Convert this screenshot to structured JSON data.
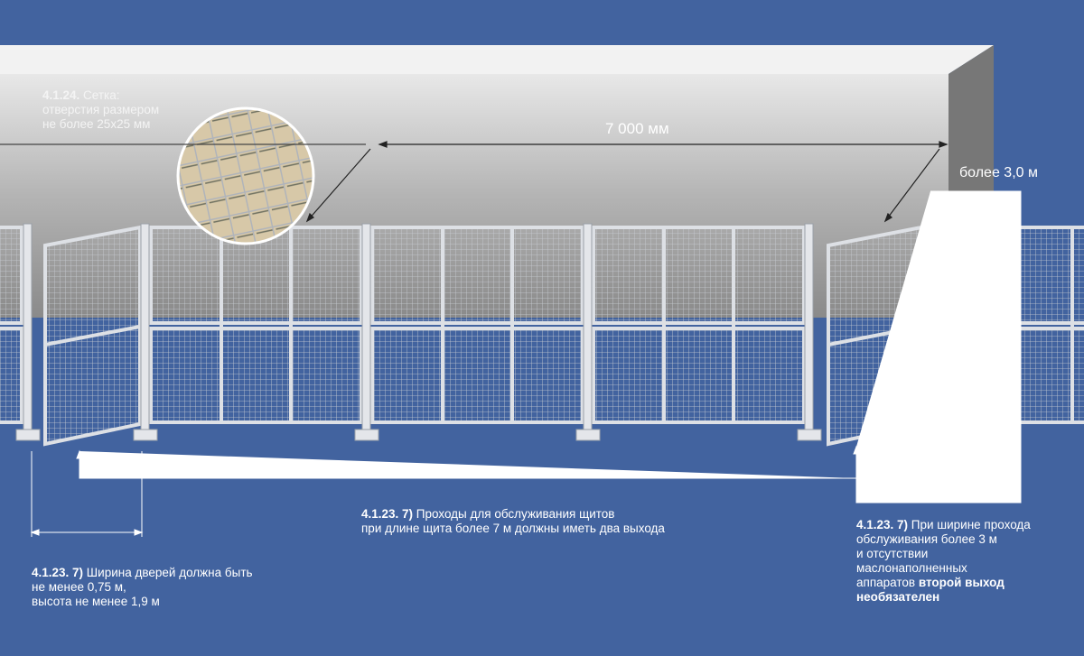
{
  "labels": {
    "mesh": {
      "code": "4.1.24.",
      "text1": " Сетка:",
      "text2": "отверстия размером",
      "text3": "не более 25x25 мм"
    },
    "length": "7 000 мм",
    "width_over": "более 3,0 м",
    "two_exits": {
      "code": "4.1.23. 7)",
      "text1": " Проходы для обслуживания щитов",
      "text2": "при длине щита более 7 м должны иметь два выхода"
    },
    "door": {
      "code": "4.1.23. 7)",
      "text1": " Ширина дверей должна быть",
      "text2": "не менее 0,75 м,",
      "text3": "высота не менее 1,9 м"
    },
    "second_exit": {
      "code": "4.1.23. 7)",
      "text1": " При ширине прохода",
      "text2": "обслуживания более 3 м",
      "text3": "и отсутствии",
      "text4": "маслонаполненных",
      "text5": "аппаратов ",
      "bold1": "второй выход",
      "bold2": "необязателен"
    }
  },
  "colors": {
    "background": "#42639f",
    "frame": "#d8dce2"
  }
}
